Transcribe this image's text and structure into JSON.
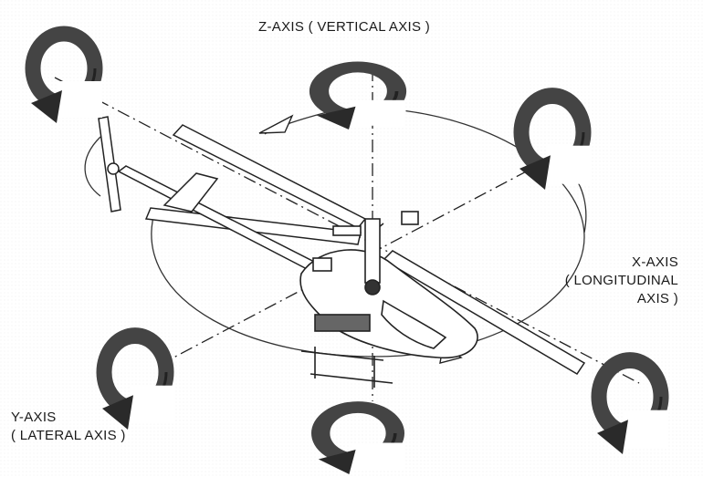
{
  "axes": {
    "z": {
      "line1": "Z-AXIS ( VERTICAL AXIS )"
    },
    "x": {
      "line1": "X-AXIS",
      "line2": "( LONGITUDINAL",
      "line3": "AXIS )"
    },
    "y": {
      "line1": "Y-AXIS",
      "line2": "( LATERAL AXIS )"
    }
  },
  "colors": {
    "arrow_fill": "#444444",
    "arrow_dark": "#1e1e1e",
    "line": "#222222",
    "background": "#ffffff"
  },
  "icons": [
    "rotation-arrow-icon",
    "helicopter-icon"
  ]
}
